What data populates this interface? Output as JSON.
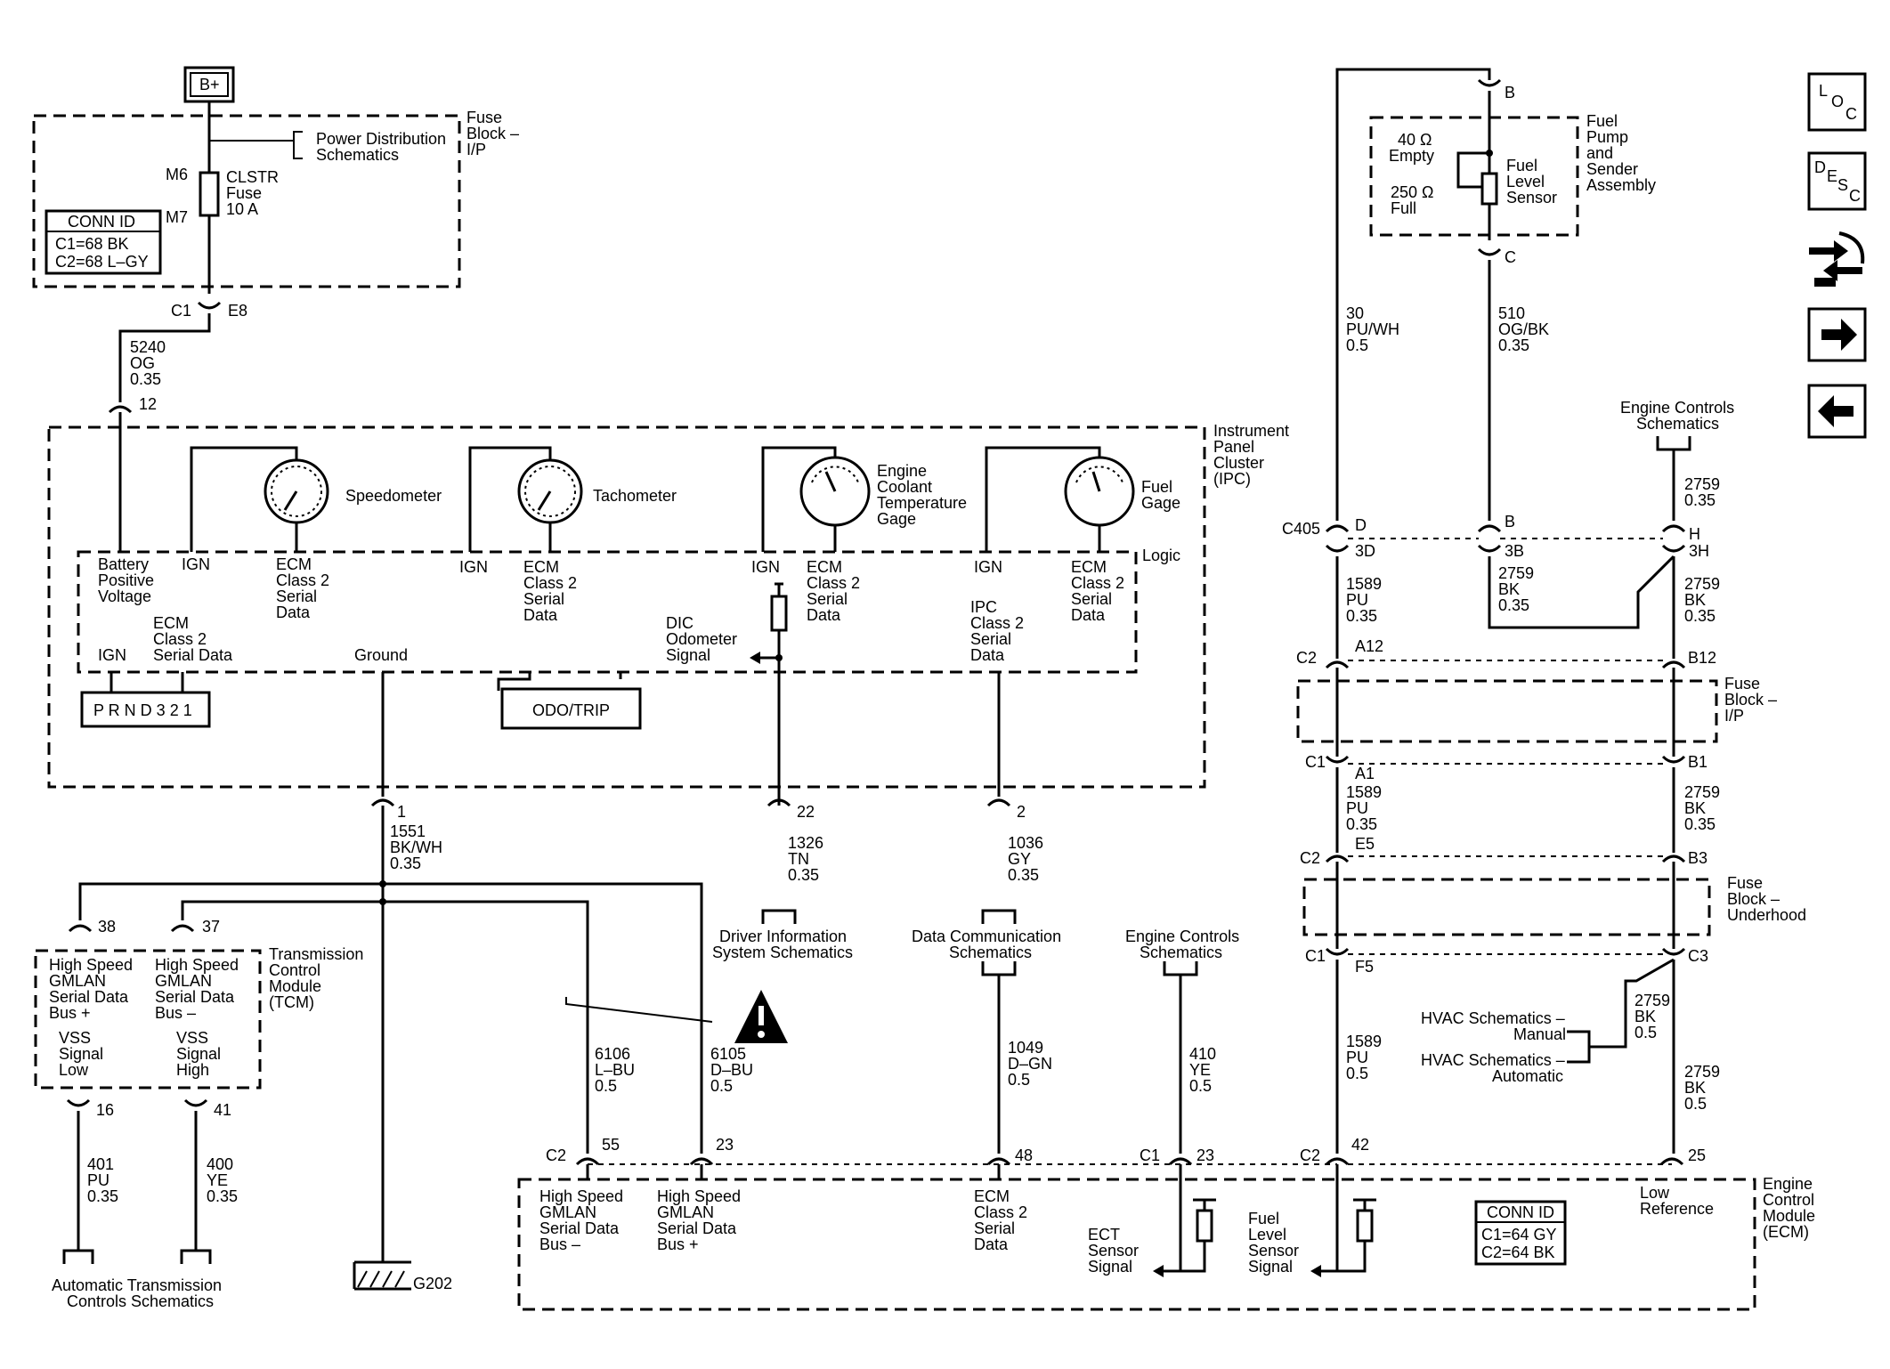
{
  "power": {
    "bplus": "B+"
  },
  "fuse_block_ip": {
    "name": "Fuse Block – I/P",
    "power_dist": "Power Distribution Schematics",
    "pin_m6": "M6",
    "pin_m7": "M7",
    "fuse": "CLSTR Fuse 10 A",
    "conn_id_title": "CONN ID",
    "conn_c1": "C1=68 BK",
    "conn_c2": "C2=68 L–GY",
    "conn_c1_label": "C1",
    "pin_e8": "E8"
  },
  "wire_5240": {
    "num": "5240",
    "color": "OG",
    "size": "0.35"
  },
  "ipc": {
    "name": "Instrument Panel Cluster (IPC)",
    "pin_12": "12",
    "speedometer": "Speedometer",
    "tachometer": "Tachometer",
    "ect_gage": "Engine Coolant Temperature Gage",
    "fuel_gage": "Fuel Gage",
    "logic": "Logic",
    "battery_pos": "Battery Positive Voltage",
    "ign": "IGN",
    "ecm_class2": "ECM Class 2 Serial Data",
    "ecm_class2_lower": "ECM Class 2 Serial Data",
    "ground": "Ground",
    "dic_odo": "DIC Odometer Signal",
    "ipc_class2": "IPC Class 2 Serial Data",
    "prnd": "P R N D 3 2 1",
    "odo_trip": "ODO/TRIP",
    "pin_1": "1",
    "pin_22": "22",
    "pin_2": "2"
  },
  "wire_1551": {
    "num": "1551",
    "color": "BK/WH",
    "size": "0.35"
  },
  "wire_1326": {
    "num": "1326",
    "color": "TN",
    "size": "0.35"
  },
  "wire_1036": {
    "num": "1036",
    "color": "GY",
    "size": "0.35"
  },
  "tcm": {
    "name": "Transmission Control Module (TCM)",
    "pin_38": "38",
    "pin_37": "37",
    "hs_plus": "High Speed GMLAN Serial Data Bus +",
    "hs_minus": "High Speed GMLAN Serial Data Bus –",
    "vss_low": "VSS Signal Low",
    "vss_high": "VSS Signal High",
    "pin_16": "16",
    "pin_41": "41"
  },
  "wire_401": {
    "num": "401",
    "color": "PU",
    "size": "0.35"
  },
  "wire_400": {
    "num": "400",
    "color": "YE",
    "size": "0.35"
  },
  "ats": "Automatic Transmission Controls Schematics",
  "g202": "G202",
  "wire_6106": {
    "num": "6106",
    "color": "L–BU",
    "size": "0.5"
  },
  "wire_6105": {
    "num": "6105",
    "color": "D–BU",
    "size": "0.5"
  },
  "dis": "Driver Information System Schematics",
  "dcs": "Data Communication Schematics",
  "ecs": "Engine Controls Schematics",
  "wire_1049": {
    "num": "1049",
    "color": "D–GN",
    "size": "0.5"
  },
  "wire_410": {
    "num": "410",
    "color": "YE",
    "size": "0.5"
  },
  "ecm": {
    "name": "Engine Control Module (ECM)",
    "c2": "C2",
    "pin_55": "55",
    "pin_23": "23",
    "pin_48": "48",
    "c1": "C1",
    "pin_23b": "23",
    "c2b": "C2",
    "pin_42": "42",
    "pin_25": "25",
    "hs_minus": "High Speed GMLAN Serial Data Bus –",
    "hs_plus": "High Speed GMLAN Serial Data Bus +",
    "ecm_class2": "ECM Class 2 Serial Data",
    "ect_signal": "ECT Sensor Signal",
    "fuel_level_signal": "Fuel Level Sensor Signal",
    "low_ref": "Low Reference",
    "conn_id_title": "CONN ID",
    "conn_c1": "C1=64 GY",
    "conn_c2": "C2=64 BK"
  },
  "fuel_pump": {
    "name": "Fuel Pump and Sender Assembly",
    "pin_b": "B",
    "pin_c": "C",
    "empty": "40 Ω Empty",
    "full": "250 Ω Full",
    "sensor": "Fuel Level Sensor"
  },
  "wire_30": {
    "num": "30",
    "color": "PU/WH",
    "size": "0.5"
  },
  "wire_510": {
    "num": "510",
    "color": "OG/BK",
    "size": "0.35"
  },
  "ecs_right": "Engine Controls Schematics",
  "wire_2759_top": {
    "num": "2759",
    "size": "0.35"
  },
  "c405": {
    "name": "C405",
    "d": "D",
    "b": "B",
    "h": "H",
    "d3": "3D",
    "b3": "3B",
    "h3": "3H"
  },
  "wire_1589_a": {
    "num": "1589",
    "color": "PU",
    "size": "0.35"
  },
  "wire_2759_b": {
    "num": "2759",
    "color": "BK",
    "size": "0.35"
  },
  "wire_2759_c": {
    "num": "2759",
    "color": "BK",
    "size": "0.35"
  },
  "fb_ip": {
    "name": "Fuse Block – I/P",
    "c2": "C2",
    "a12": "A12",
    "b12": "B12",
    "c1": "C1",
    "a1": "A1",
    "b1": "B1"
  },
  "wire_1589_b": {
    "num": "1589",
    "color": "PU",
    "size": "0.35"
  },
  "wire_2759_d": {
    "num": "2759",
    "color": "BK",
    "size": "0.35"
  },
  "fb_uh": {
    "name": "Fuse Block – Underhood",
    "c2": "C2",
    "e5": "E5",
    "b3": "B3",
    "c1": "C1",
    "f5": "F5",
    "c3": "C3"
  },
  "hvac_manual": "HVAC Schematics – Manual",
  "hvac_auto": "HVAC Schematics – Automatic",
  "wire_2759_e": {
    "num": "2759",
    "color": "BK",
    "size": "0.5"
  },
  "wire_1589_c": {
    "num": "1589",
    "color": "PU",
    "size": "0.5"
  },
  "wire_2759_f": {
    "num": "2759",
    "color": "BK",
    "size": "0.5"
  },
  "side_buttons": {
    "loc": "LOC",
    "desc": "DESC"
  }
}
